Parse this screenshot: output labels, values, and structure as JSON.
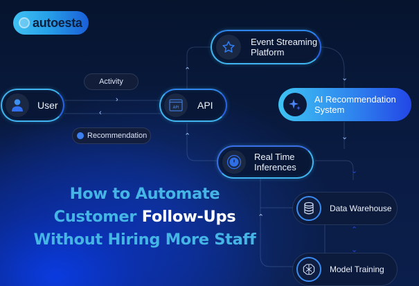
{
  "brand": {
    "logo_text": "autoesta",
    "logo_icon": "cloud-chat-icon"
  },
  "nodes": {
    "user": {
      "label": "User",
      "icon": "user-icon"
    },
    "api": {
      "label": "API",
      "icon": "api-window-icon",
      "icon_text": "API"
    },
    "event_streaming": {
      "label_line1": "Event Streaming",
      "label_line2": "Platform",
      "icon": "star-icon"
    },
    "ai_recommendation": {
      "label_line1": "AI Recommendation",
      "label_line2": "System",
      "icon": "sparkle-icon"
    },
    "real_time": {
      "label_line1": "Real Time",
      "label_line2": "Inferences",
      "icon": "clock-icon"
    },
    "data_warehouse": {
      "label": "Data Warehouse",
      "icon": "database-icon"
    },
    "model_training": {
      "label": "Model Training",
      "icon": "brain-icon"
    }
  },
  "edge_labels": {
    "activity": "Activity",
    "recommendation": "Recommendation"
  },
  "headline": {
    "line1": "How to Automate",
    "line2_part1": "Customer ",
    "line2_part2": "Follow-Ups",
    "line3": "Without Hiring More Staff"
  },
  "colors": {
    "background": "#071533",
    "accent_cyan": "#3fb4ef",
    "accent_blue": "#2346e6",
    "headline_blue": "#45b5e6",
    "headline_white": "#ffffff"
  }
}
